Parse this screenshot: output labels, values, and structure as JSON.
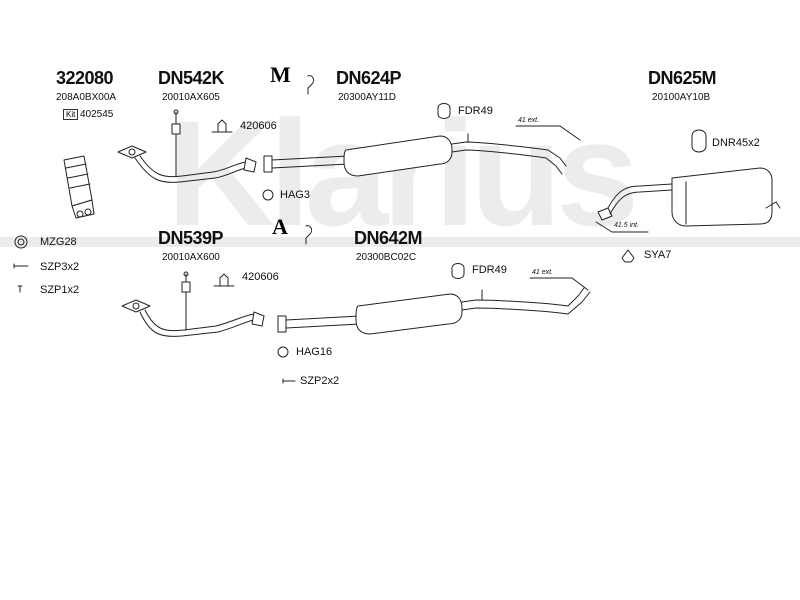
{
  "watermark": "Klarius",
  "top_row": {
    "cat": {
      "code": "322080",
      "part": "208A0BX00A",
      "kit_icon": "Kit",
      "kit_number": "402545"
    },
    "front": {
      "code": "DN542K",
      "part": "20010AX605",
      "bracket": "420606",
      "ring": "HAG3"
    },
    "system_mark": "M",
    "middle": {
      "code": "DN624P",
      "part": "20300AY11D",
      "clamp": "FDR49",
      "dim": "41 ext."
    },
    "rear": {
      "code": "DN625M",
      "part": "20100AY10B",
      "rubber": "DNR45x2",
      "dim": "41.5 int.",
      "sleeve": "SYA7"
    }
  },
  "bottom_row": {
    "front": {
      "code": "DN539P",
      "part": "20010AX600",
      "bracket": "420606",
      "ring": "HAG16",
      "bolts": "SZP2x2"
    },
    "system_mark": "A",
    "middle": {
      "code": "DN642M",
      "part": "20300BC02C",
      "clamp": "FDR49",
      "dim": "41 ext."
    }
  },
  "accessories": {
    "ring": "MZG28",
    "bolt_a": "SZP3x2",
    "bolt_b": "SZP1x2"
  },
  "colors": {
    "watermark": "#ececec",
    "ink": "#111111"
  }
}
